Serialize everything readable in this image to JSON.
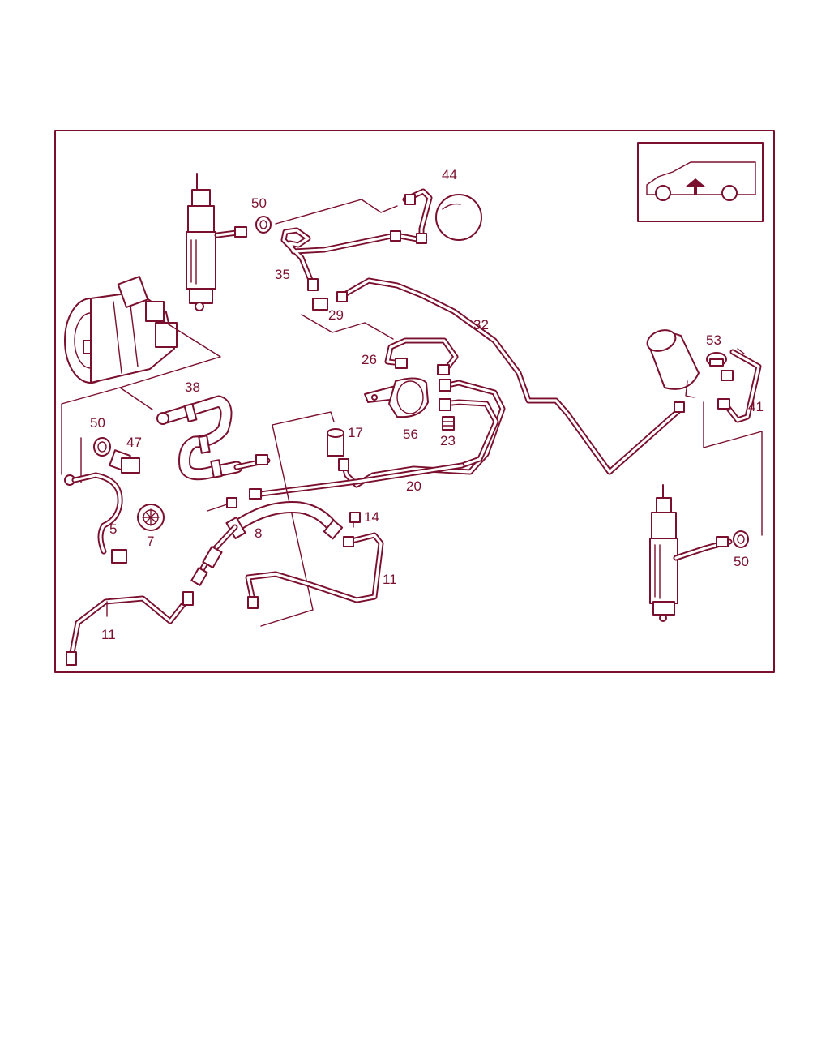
{
  "colors": {
    "ink": "#7a0f2e",
    "background": "#ffffff"
  },
  "thumbnail": {
    "icon": "station-wagon-top-view-arrow-icon"
  },
  "callouts": {
    "c50_top": "50",
    "c44": "44",
    "c35": "35",
    "c29": "29",
    "c32": "32",
    "c26": "26",
    "c38": "38",
    "c56": "56",
    "c23": "23",
    "c17": "17",
    "c50_left": "50",
    "c47": "47",
    "c5": "5",
    "c7": "7",
    "c8": "8",
    "c14": "14",
    "c20": "20",
    "c11_center": "11",
    "c11_left": "11",
    "c53": "53",
    "c41": "41",
    "c50_right": "50"
  }
}
